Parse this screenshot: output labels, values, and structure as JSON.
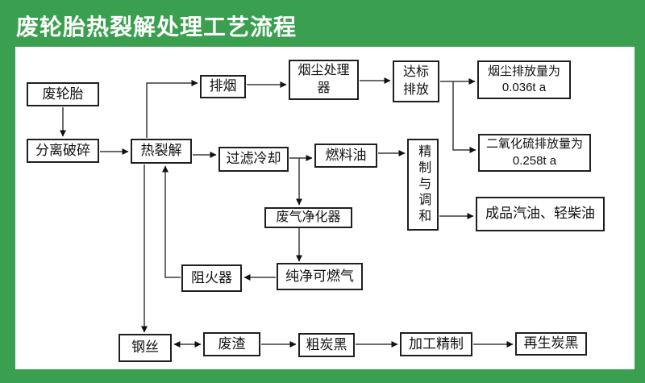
{
  "title": "废轮胎热裂解处理工艺流程",
  "colors": {
    "banner_green": "#3aa04f",
    "canvas_white": "#ffffff",
    "box_border": "#1f1f1f",
    "connector": "#3a3a3a"
  },
  "nodes": {
    "waste_tire": {
      "label": "废轮胎"
    },
    "separation_crushing": {
      "label": "分离破碎"
    },
    "pyrolysis": {
      "label": "热裂解"
    },
    "smoke_exhaust": {
      "label": "排烟"
    },
    "dust_processor": {
      "label": "烟尘处理\n器"
    },
    "standard_discharge": {
      "label": "达标\n排放"
    },
    "dust_emission": {
      "label": "烟尘排放量为\n0.036t a"
    },
    "so2_emission": {
      "label": "二氧化硫排放量为\n0.258t a"
    },
    "filter_cooling": {
      "label": "过滤冷却"
    },
    "fuel_oil": {
      "label": "燃料油"
    },
    "refining_blending": {
      "label": "精制与调和"
    },
    "finished_oil": {
      "label": "成品汽油、轻柴油"
    },
    "gas_purifier": {
      "label": "废气净化器"
    },
    "pure_gas": {
      "label": "纯净可燃气"
    },
    "flame_arrester": {
      "label": "阻火器"
    },
    "steel_wire": {
      "label": "钢丝"
    },
    "waste_residue": {
      "label": "废渣"
    },
    "crude_carbon_black": {
      "label": "粗炭黑"
    },
    "processing_refining": {
      "label": "加工精制"
    },
    "regenerated_carbon_black": {
      "label": "再生炭黑"
    }
  }
}
